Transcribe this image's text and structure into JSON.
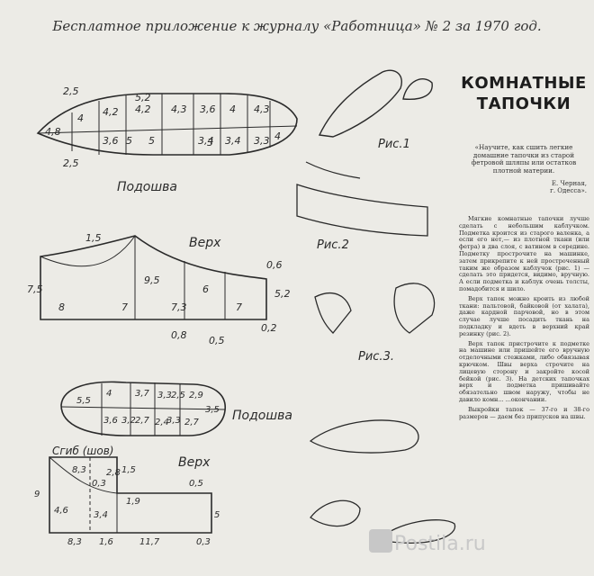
{
  "header": "Бесплатное приложение к журналу «Работница» № 2 за 1970 год.",
  "title": [
    "КОМНАТНЫЕ",
    "ТАПОЧКИ"
  ],
  "epigraph": "«Научите, как сшить легкие домашние тапоч­ки из старой фетровой шляпы или остатков плотной материи.",
  "author": [
    "Е. Черная,",
    "г. Одесса»."
  ],
  "article": [
    "Мягкие комнатные та­почки лучше сделать с небольшим каблучком. Подметка кроится из старого валенка, а если его нет,— из плотной ткани (или фетра) в два слоя, с ватином в середи­не. Подметку простро­чите на машинке, затем прикрепите к ней про­строченный таким же образом каблучок (рис. 1) — сделать это придет­ся, видимо, вручную. А если подметка и каблук очень толсты, помадо­бится и шило.",
    "Верх тапок можно кро­ить из любой ткани: пальтовой, байковой (от халата), даже кардной парчовой, но в этом случае лучше посадить ткань на подкладку и вдеть в верхний край резинку (рис. 2).",
    "Верх тапок пристро­чите к подметке на ма­шине или пришейте его вручную отделочными стежками, либо обвязы­вая крючком. Швы верха строчите на лицевую сторону и закройте ко­сой бейкой (рис. 3). На детских тапочках верх и подметка пришивайте обязательно швом наруж­у, чтобы не давило комн... ...окончании.",
    "Выкройки тапок — 37-го и 38-го размеров — даем без припусков на швы."
  ],
  "labels": {
    "sole1": "Подошва",
    "upper1": "Верх",
    "sole2": "Подошва",
    "upper2": "Верх",
    "fold": "Сгиб (шов)",
    "fig1": "Рис.1",
    "fig2": "Рис.2",
    "fig3": "Рис.3."
  },
  "dims": {
    "sole1": [
      "2,5",
      "4,8",
      "2,5",
      "4",
      "3,6",
      "4,2",
      "5",
      "4,2",
      "5,2",
      "4,3",
      "5",
      "3,4",
      "3",
      "3,6",
      "3,4",
      "4",
      "4,3",
      "3,3",
      "4"
    ],
    "upper1": [
      "1,5",
      "7,5",
      "8",
      "7",
      "9,5",
      "7,3",
      "6",
      "7",
      "0,6",
      "5,2",
      "0,8",
      "0,5",
      "0,2"
    ],
    "sole2": [
      "5,5",
      "4",
      "3,6",
      "3,2",
      "3,7",
      "2,7",
      "3,3",
      "2,4",
      "3,3",
      "2,5",
      "2,9",
      "2,7",
      "3,5"
    ],
    "upper2": [
      "9",
      "8,3",
      "0,3",
      "2,8",
      "1,5",
      "4,6",
      "3,4",
      "1,9",
      "0,5",
      "8,3",
      "1,6",
      "11,7",
      "0,3",
      "5"
    ]
  },
  "watermark": "Postila.ru"
}
